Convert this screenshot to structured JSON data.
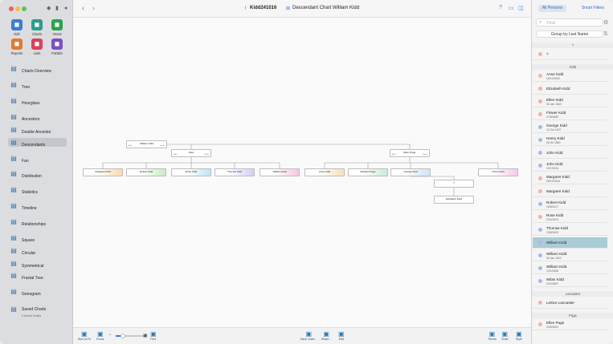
{
  "window": {
    "doc_name": "Kidd241016",
    "chart_title": "Descendant Chart William Kidd"
  },
  "toolbar_grid": [
    {
      "label": "Edit",
      "color": "#3a7dd6",
      "icon": "pencil-icon"
    },
    {
      "label": "Charts",
      "color": "#2a9d8f",
      "icon": "chart-grid-icon"
    },
    {
      "label": "Views",
      "color": "#2aa34a",
      "icon": "eye-icon"
    },
    {
      "label": "Reports",
      "color": "#e07a2f",
      "icon": "report-icon"
    },
    {
      "label": "Lists",
      "color": "#d9415b",
      "icon": "list-icon"
    },
    {
      "label": "Publish",
      "color": "#7b4fc4",
      "icon": "publish-icon"
    }
  ],
  "nav": [
    {
      "label": "Charts Overview",
      "icon": "charts-overview-icon"
    },
    {
      "label": "Tree",
      "icon": "tree-icon"
    },
    {
      "label": "Hourglass",
      "icon": "hourglass-icon"
    },
    {
      "label": "Ancestors",
      "icon": "ancestors-icon"
    },
    {
      "label": "Double Ancestor",
      "icon": "double-ancestor-icon"
    },
    {
      "label": "Descendants",
      "icon": "descendants-icon",
      "selected": true
    },
    {
      "label": "Fan",
      "icon": "fan-icon"
    },
    {
      "label": "Distribution",
      "icon": "distribution-icon"
    },
    {
      "label": "Statistics",
      "icon": "statistics-icon"
    },
    {
      "label": "Timeline",
      "icon": "timeline-icon"
    },
    {
      "label": "Relationships",
      "icon": "relationships-icon"
    },
    {
      "label": "Square",
      "icon": "square-icon"
    },
    {
      "label": "Circular",
      "icon": "circular-icon"
    },
    {
      "label": "Symmetrical",
      "icon": "symmetrical-icon"
    },
    {
      "label": "Fractal Tree",
      "icon": "fractal-tree-icon"
    },
    {
      "label": "Genogram",
      "icon": "genogram-icon"
    },
    {
      "label": "Saved Charts",
      "icon": "saved-charts-icon",
      "sub": "0 Saved Charts"
    }
  ],
  "bottom_left": [
    {
      "label": "Size to Fit",
      "icon": "size-to-fit-icon"
    },
    {
      "label": "Focus",
      "icon": "focus-icon"
    },
    {
      "label": "Find",
      "icon": "find-icon"
    }
  ],
  "bottom_right": [
    {
      "label": "Save Chart...",
      "icon": "save-chart-icon"
    },
    {
      "label": "Share...",
      "icon": "share-icon"
    },
    {
      "label": "Edit",
      "icon": "edit-chart-icon"
    },
    {
      "label": "Theme",
      "icon": "theme-icon"
    },
    {
      "label": "Chart",
      "icon": "chart-icon"
    },
    {
      "label": "Style",
      "icon": "style-icon"
    }
  ],
  "rpanel": {
    "tab_all": "All Persons",
    "tab_smart": "Smart Filters",
    "search_placeholder": "Find",
    "group_by": "Group by Last Name",
    "sections": [
      {
        "title": "?",
        "persons": [
          {
            "name": "?",
            "date": "",
            "sex": "f"
          }
        ]
      },
      {
        "title": "Kidd",
        "persons": [
          {
            "name": "Anne Kidd",
            "date": "16/12/1642",
            "sex": "f"
          },
          {
            "name": "Elizabeth Kidd",
            "date": "",
            "sex": "f"
          },
          {
            "name": "Ellen Kidd",
            "date": "06 Jan 1660",
            "sex": "f"
          },
          {
            "name": "Flower Kidd",
            "date": "27/8/1659",
            "sex": "f"
          },
          {
            "name": "George Kidd",
            "date": "12 Oct 1637",
            "sex": "m"
          },
          {
            "name": "Henry Kidd",
            "date": "08 Jul 1660",
            "sex": "m"
          },
          {
            "name": "John Kidd",
            "date": "",
            "sex": "m"
          },
          {
            "name": "John Kidd",
            "date": "13/7/1634",
            "sex": "m"
          },
          {
            "name": "Margaret Kidd",
            "date": "26/12/1616",
            "sex": "f"
          },
          {
            "name": "Margaret Kidd",
            "date": "",
            "sex": "f"
          },
          {
            "name": "Robert Kidd",
            "date": "15/8/1617",
            "sex": "m"
          },
          {
            "name": "Rose Kidd",
            "date": "22/4/1624",
            "sex": "f"
          },
          {
            "name": "Thomas Kidd",
            "date": "23/8/1620",
            "sex": "m"
          },
          {
            "name": "William Kidd",
            "date": "",
            "sex": "m",
            "selected": true
          },
          {
            "name": "William Kidd",
            "date": "06 Jan 1622",
            "sex": "m"
          },
          {
            "name": "William Kidd",
            "date": "13/1/1656",
            "sex": "m"
          },
          {
            "name": "Wilan Kidd",
            "date": "24/2/1657",
            "sex": "m"
          }
        ]
      },
      {
        "title": "Lancaster",
        "persons": [
          {
            "name": "Lettice Lancaster",
            "date": "",
            "sex": "f"
          }
        ]
      },
      {
        "title": "Page",
        "persons": [
          {
            "name": "Ellen Page",
            "date": "20/5/1602",
            "sex": "f"
          }
        ]
      }
    ]
  },
  "colors": {
    "male": "#a9b8e8",
    "female": "#f2b2a8",
    "selected": "#a9ccd6"
  },
  "chart": {
    "root": {
      "name": "William Kidd",
      "birth": "Birth",
      "death": "Death"
    },
    "spouse1": {
      "name": "Alice",
      "birth": "Birth",
      "death": "Death"
    },
    "spouse2": {
      "name": "Ellen Page",
      "birth": "Birth",
      "death": "Death"
    },
    "children": [
      {
        "name": "Margaret Kidd",
        "color": "#f9d9a8"
      },
      {
        "name": "Robert Kidd",
        "color": "#c9ecc1"
      },
      {
        "name": "Rose Kidd",
        "color": "#bfe7ef"
      },
      {
        "name": "Thomas Kidd",
        "color": "#d5cdf0"
      },
      {
        "name": "William Kidd",
        "color": "#f6c6df"
      },
      {
        "name": "Anne Kidd",
        "color": "#f9e1b7"
      },
      {
        "name": "Mathew Page",
        "color": "#c9ecd6"
      },
      {
        "name": "George Kidd",
        "color": "#cfe3f6"
      },
      {
        "name": "Henry Kidd",
        "color": "#f3cde8"
      }
    ],
    "grandchildren": [
      {
        "name": "?"
      },
      {
        "name": "Elizabeth Kidd"
      }
    ]
  }
}
